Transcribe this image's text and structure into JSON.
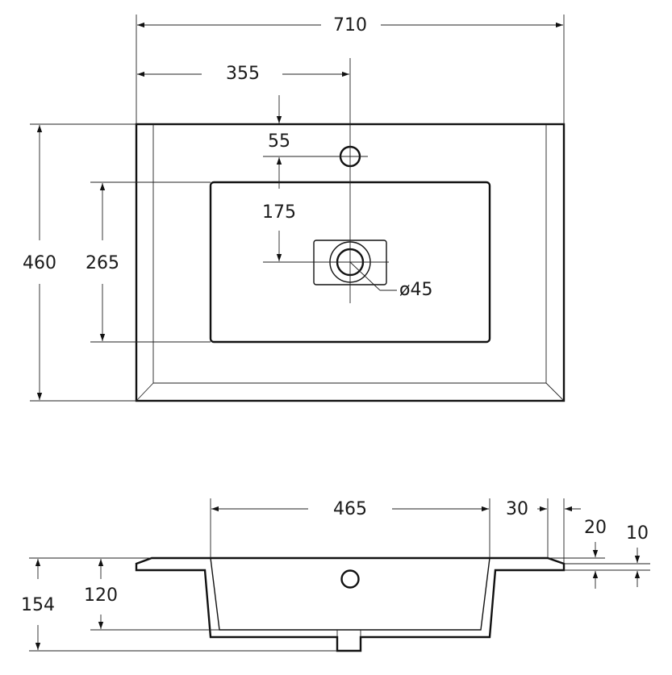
{
  "top_view": {
    "dimensions": {
      "overall_width": "710",
      "half_width": "355",
      "tap_hole_offset": "55",
      "tap_to_drain": "175",
      "overall_depth": "460",
      "bowl_depth": "265",
      "drain_diameter": "ø45"
    }
  },
  "side_view": {
    "dimensions": {
      "bowl_width": "465",
      "rim_width": "30",
      "rim_thickness_outer": "20",
      "rim_thickness_inner": "10",
      "overall_height": "154",
      "bowl_height": "120"
    }
  }
}
